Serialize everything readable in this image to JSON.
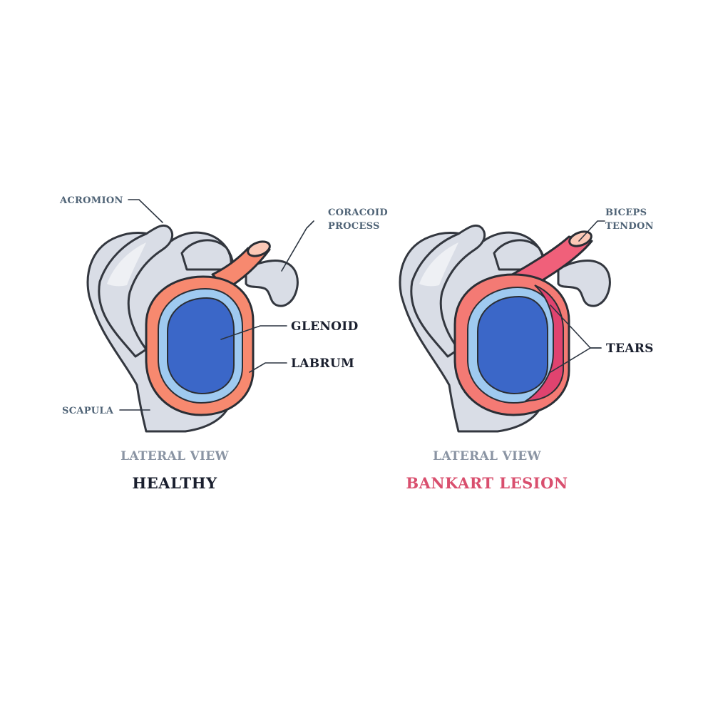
{
  "healthy": {
    "labels": {
      "acromion": "ACROMION",
      "coracoid_line1": "CORACOID",
      "coracoid_line2": "PROCESS",
      "glenoid": "GLENOID",
      "labrum": "LABRUM",
      "scapula": "SCAPULA"
    },
    "view_label": "LATERAL VIEW",
    "title": "HEALTHY"
  },
  "lesion": {
    "labels": {
      "biceps_line1": "BICEPS",
      "biceps_line2": "TENDON",
      "tears": "TEARS"
    },
    "view_label": "LATERAL VIEW",
    "title": "BANKART LESION"
  },
  "colors": {
    "bone": "#d9dde6",
    "labrum": "#f7896f",
    "labrum_inner": "#fbc8b6",
    "glenoid_rim": "#9fcaf0",
    "glenoid": "#3b67c8",
    "tear": "#e0436f",
    "healthy_title": "#1a1f2e",
    "lesion_title": "#d94f6e"
  }
}
